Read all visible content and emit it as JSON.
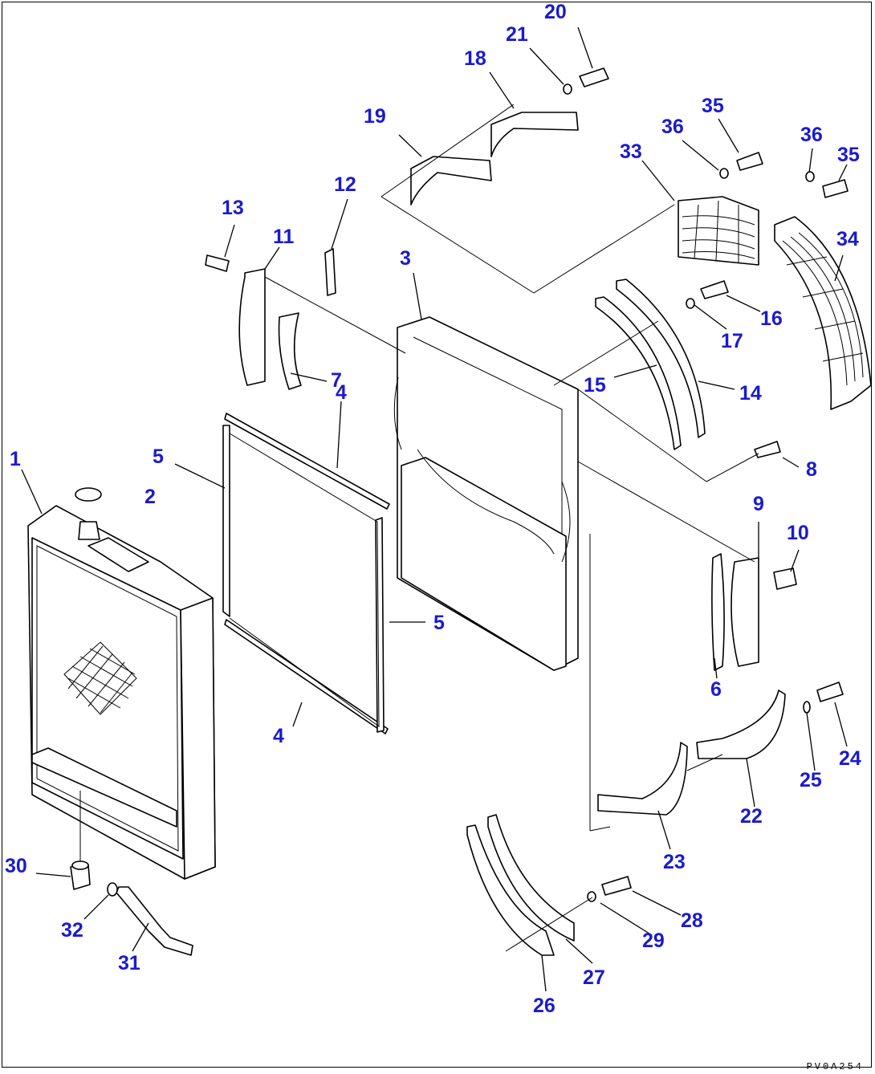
{
  "callouts": [
    "1",
    "2",
    "3",
    "4",
    "5",
    "6",
    "7",
    "8",
    "9",
    "10",
    "11",
    "12",
    "13",
    "14",
    "15",
    "16",
    "17",
    "18",
    "19",
    "20",
    "21",
    "22",
    "23",
    "24",
    "25",
    "26",
    "27",
    "28",
    "29",
    "30",
    "31",
    "32",
    "33",
    "34",
    "35",
    "36"
  ],
  "drawing_code": "PV0A254",
  "colors": {
    "callout": "#1a1ad0",
    "line": "#000000",
    "background": "#ffffff"
  }
}
